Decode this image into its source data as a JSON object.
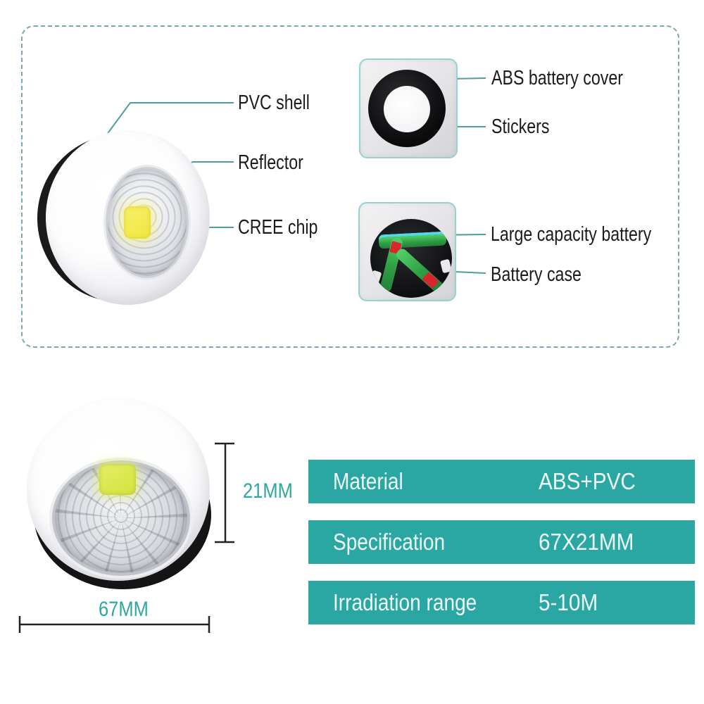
{
  "page": {
    "background": "#ffffff"
  },
  "top_panel": {
    "border_color": "#74a9ad",
    "part_labels_left": [
      {
        "text": "PVC shell"
      },
      {
        "text": "Reflector"
      },
      {
        "text": "CREE chip"
      }
    ],
    "part_labels_right": [
      {
        "text": "ABS battery cover"
      },
      {
        "text": "Stickers"
      },
      {
        "text": "Large capacity battery"
      },
      {
        "text": "Battery case"
      }
    ]
  },
  "dimension_annotations": {
    "height": "21MM",
    "width": "67MM",
    "accent_color": "#2ea79f"
  },
  "spec_table": {
    "row_color": "#2aa7a2",
    "text_color": "#eefaf9",
    "rows": [
      {
        "label": "Material",
        "value": "ABS+PVC"
      },
      {
        "label": "Specification",
        "value": "67X21MM"
      },
      {
        "label": "Irradiation range",
        "value": "5-10M"
      }
    ]
  }
}
